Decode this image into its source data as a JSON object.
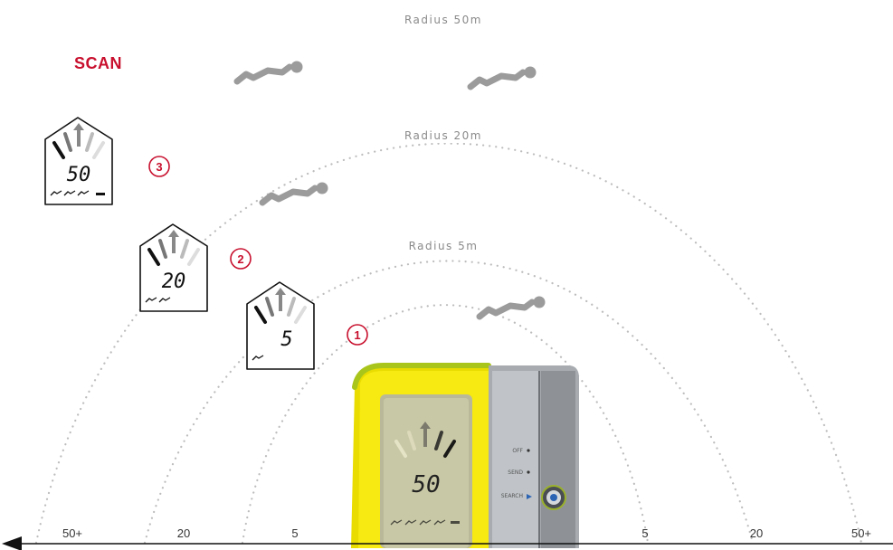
{
  "title": "SCAN",
  "radius_labels": [
    "Radius 50m",
    "Radius 20m",
    "Radius 5m"
  ],
  "scale": {
    "left": [
      "50+",
      "20",
      "5"
    ],
    "right": [
      "5",
      "20",
      "50+"
    ]
  },
  "displays": [
    {
      "badge": "3",
      "distance": "50",
      "victims": 3
    },
    {
      "badge": "2",
      "distance": "20",
      "victims": 2
    },
    {
      "badge": "1",
      "distance": "5",
      "victims": 1
    }
  ],
  "device": {
    "distance": "50",
    "buttons": [
      "OFF",
      "SEND",
      "SEARCH"
    ]
  },
  "colors": {
    "accent": "#c8102e",
    "device_yellow": "#f2e300",
    "device_lime": "#a9c51b",
    "device_grey": "#a8acb0",
    "dots": "#bdbdbd",
    "figure": "#9b9b9b"
  }
}
